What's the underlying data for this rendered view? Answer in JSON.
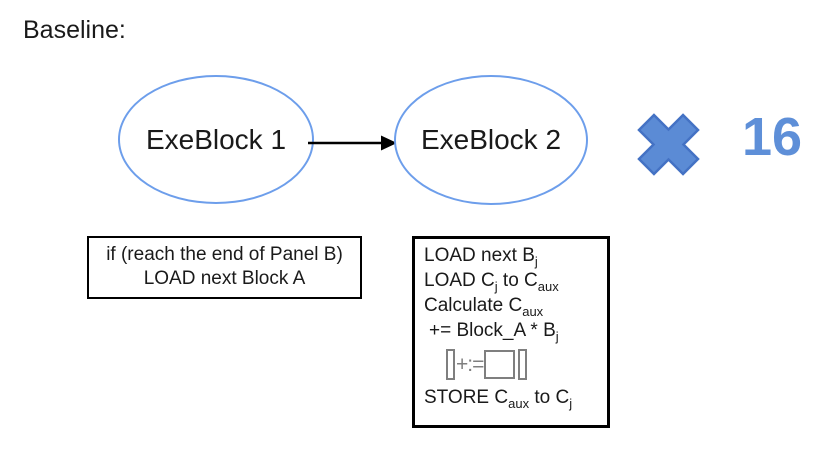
{
  "title": "Baseline:",
  "nodes": {
    "node1": "ExeBlock 1",
    "node2": "ExeBlock 2"
  },
  "multiplier": {
    "count": "16"
  },
  "box1": {
    "line1": "if (reach the end of Panel B)",
    "line2": "LOAD next Block A"
  },
  "box2": {
    "line1": {
      "a": "LOAD next B",
      "sub1": "j"
    },
    "line2": {
      "a": "LOAD C",
      "sub1": "j",
      "b": " to C",
      "sub2": "aux"
    },
    "line3": {
      "a": "Calculate C",
      "sub1": "aux"
    },
    "line4": {
      "a": "+= Block_A * B",
      "sub1": "j"
    },
    "operator": "+:=",
    "line5": {
      "a": "STORE C",
      "sub1": "aux",
      "b": " to C",
      "sub2": "j"
    }
  },
  "colors": {
    "ellipse_stroke": "#6D9EEB",
    "x_fill": "#5B8BD5",
    "x_stroke": "#4472C4",
    "count_text": "#5E8FD8",
    "graphic_gray": "#7f7f7f",
    "arrow": "#000000",
    "box_border": "#000000",
    "text": "#1a1a1a"
  }
}
